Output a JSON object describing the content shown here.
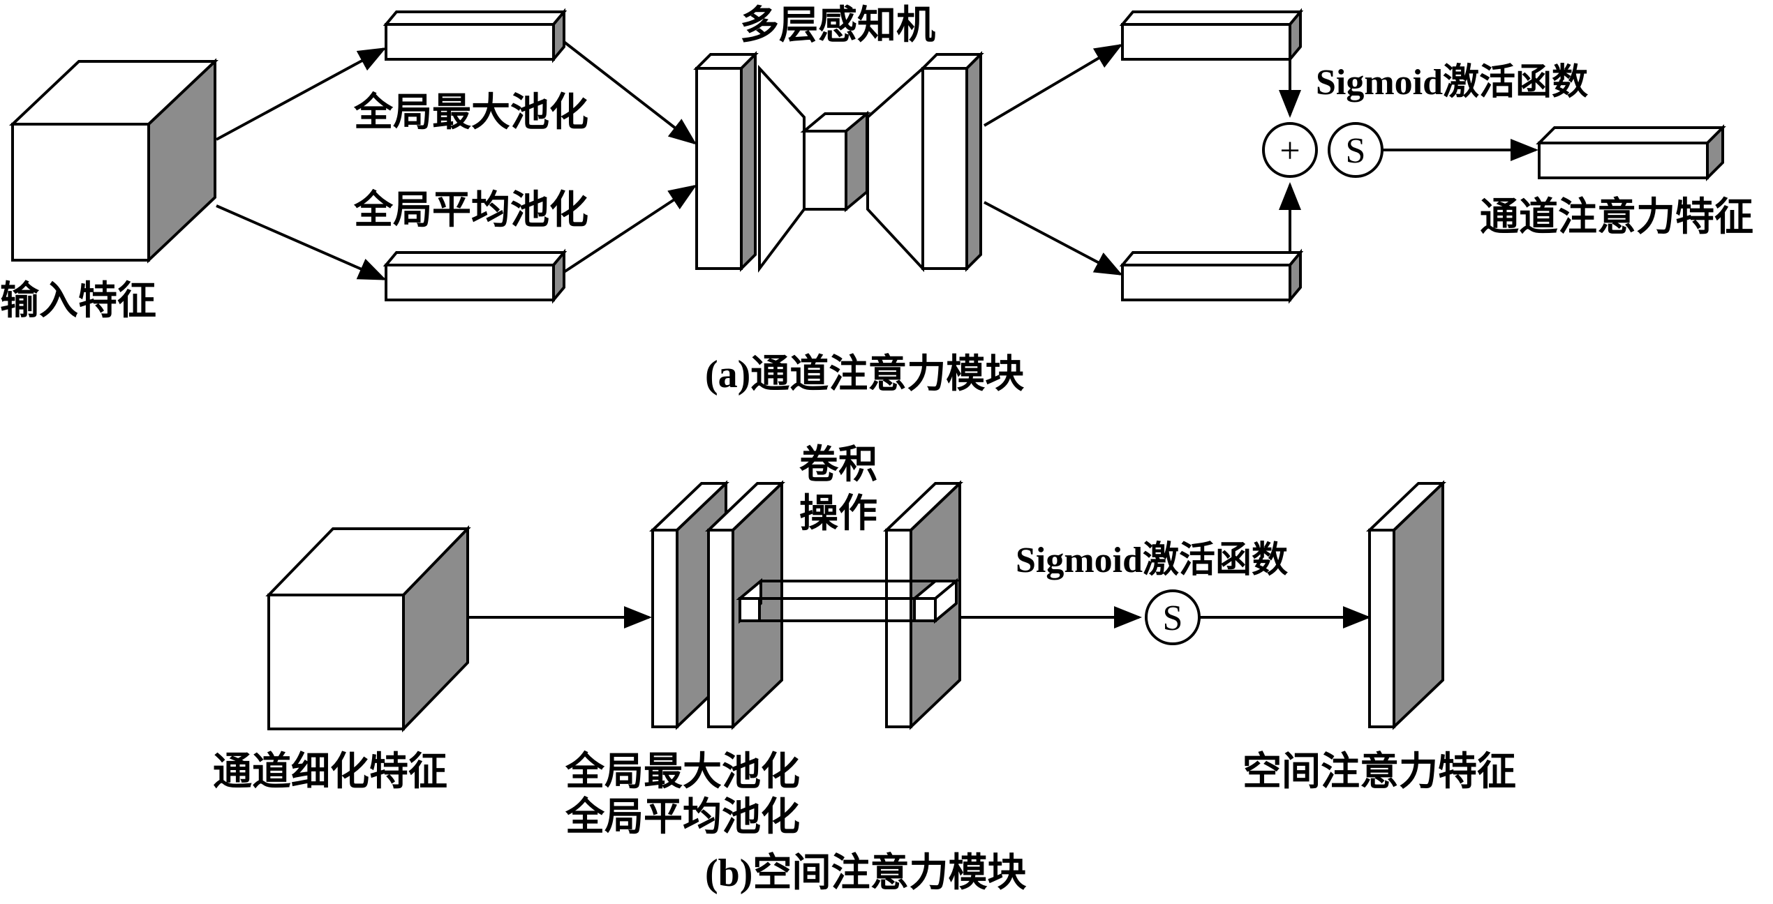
{
  "panel_a": {
    "caption": "(a)通道注意力模块",
    "input_label": "输入特征",
    "max_pool_label": "全局最大池化",
    "avg_pool_label": "全局平均池化",
    "mlp_label": "多层感知机",
    "sigmoid_label": "Sigmoid激活函数",
    "plus_symbol": "+",
    "sigmoid_symbol": "S",
    "output_label": "通道注意力特征"
  },
  "panel_b": {
    "caption": "(b)空间注意力模块",
    "input_label": "通道细化特征",
    "pool_label_1": "全局最大池化",
    "pool_label_2": "全局平均池化",
    "conv_label_1": "卷积",
    "conv_label_2": "操作",
    "sigmoid_label": "Sigmoid激活函数",
    "sigmoid_symbol": "S",
    "output_label": "空间注意力特征"
  }
}
